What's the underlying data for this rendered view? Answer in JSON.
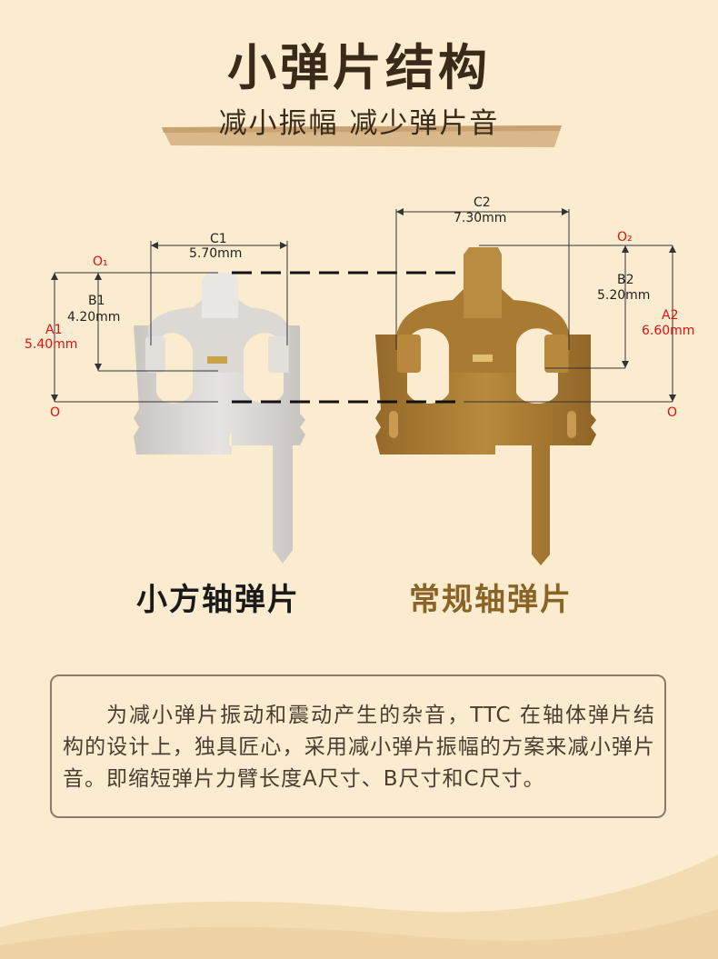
{
  "header": {
    "title": "小弹片结构",
    "subtitle": "减小振幅  减少弹片音"
  },
  "left_part": {
    "name": "小方轴弹片",
    "c_label": "C1",
    "c_value": "5.70mm",
    "b_label": "B1",
    "b_value": "4.20mm",
    "a_label": "A1",
    "a_value": "5.40mm",
    "o_top": "O₁",
    "o_bottom": "O",
    "color": "#d5d2ce"
  },
  "right_part": {
    "name": "常规轴弹片",
    "c_label": "C2",
    "c_value": "7.30mm",
    "b_label": "B2",
    "b_value": "5.20mm",
    "a_label": "A2",
    "a_value": "6.60mm",
    "o_top": "O₂",
    "o_bottom": "O",
    "color": "#a77a30"
  },
  "description": "为减小弹片振动和震动产生的杂音，TTC 在轴体弹片结构的设计上，独具匠心，采用减小弹片振幅的方案来减小弹片音。即缩短弹片力臂长度A尺寸、B尺寸和C尺寸。",
  "colors": {
    "background": "#fbecd0",
    "accent_red": "#e01010",
    "ribbon": "#d9b98a"
  }
}
